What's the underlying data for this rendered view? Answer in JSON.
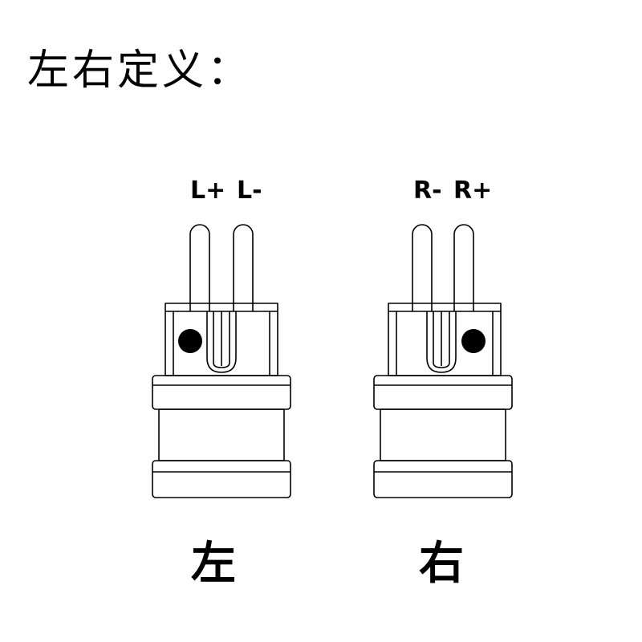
{
  "title": "左右定义：",
  "connectors": [
    {
      "id": "left",
      "pin_label_1": "L+",
      "pin_label_2": "L-",
      "side_label": "左",
      "dot_position": "left"
    },
    {
      "id": "right",
      "pin_label_1": "R-",
      "pin_label_2": "R+",
      "side_label": "右",
      "dot_position": "right"
    }
  ],
  "colors": {
    "line": "#000000",
    "background": "#ffffff"
  }
}
